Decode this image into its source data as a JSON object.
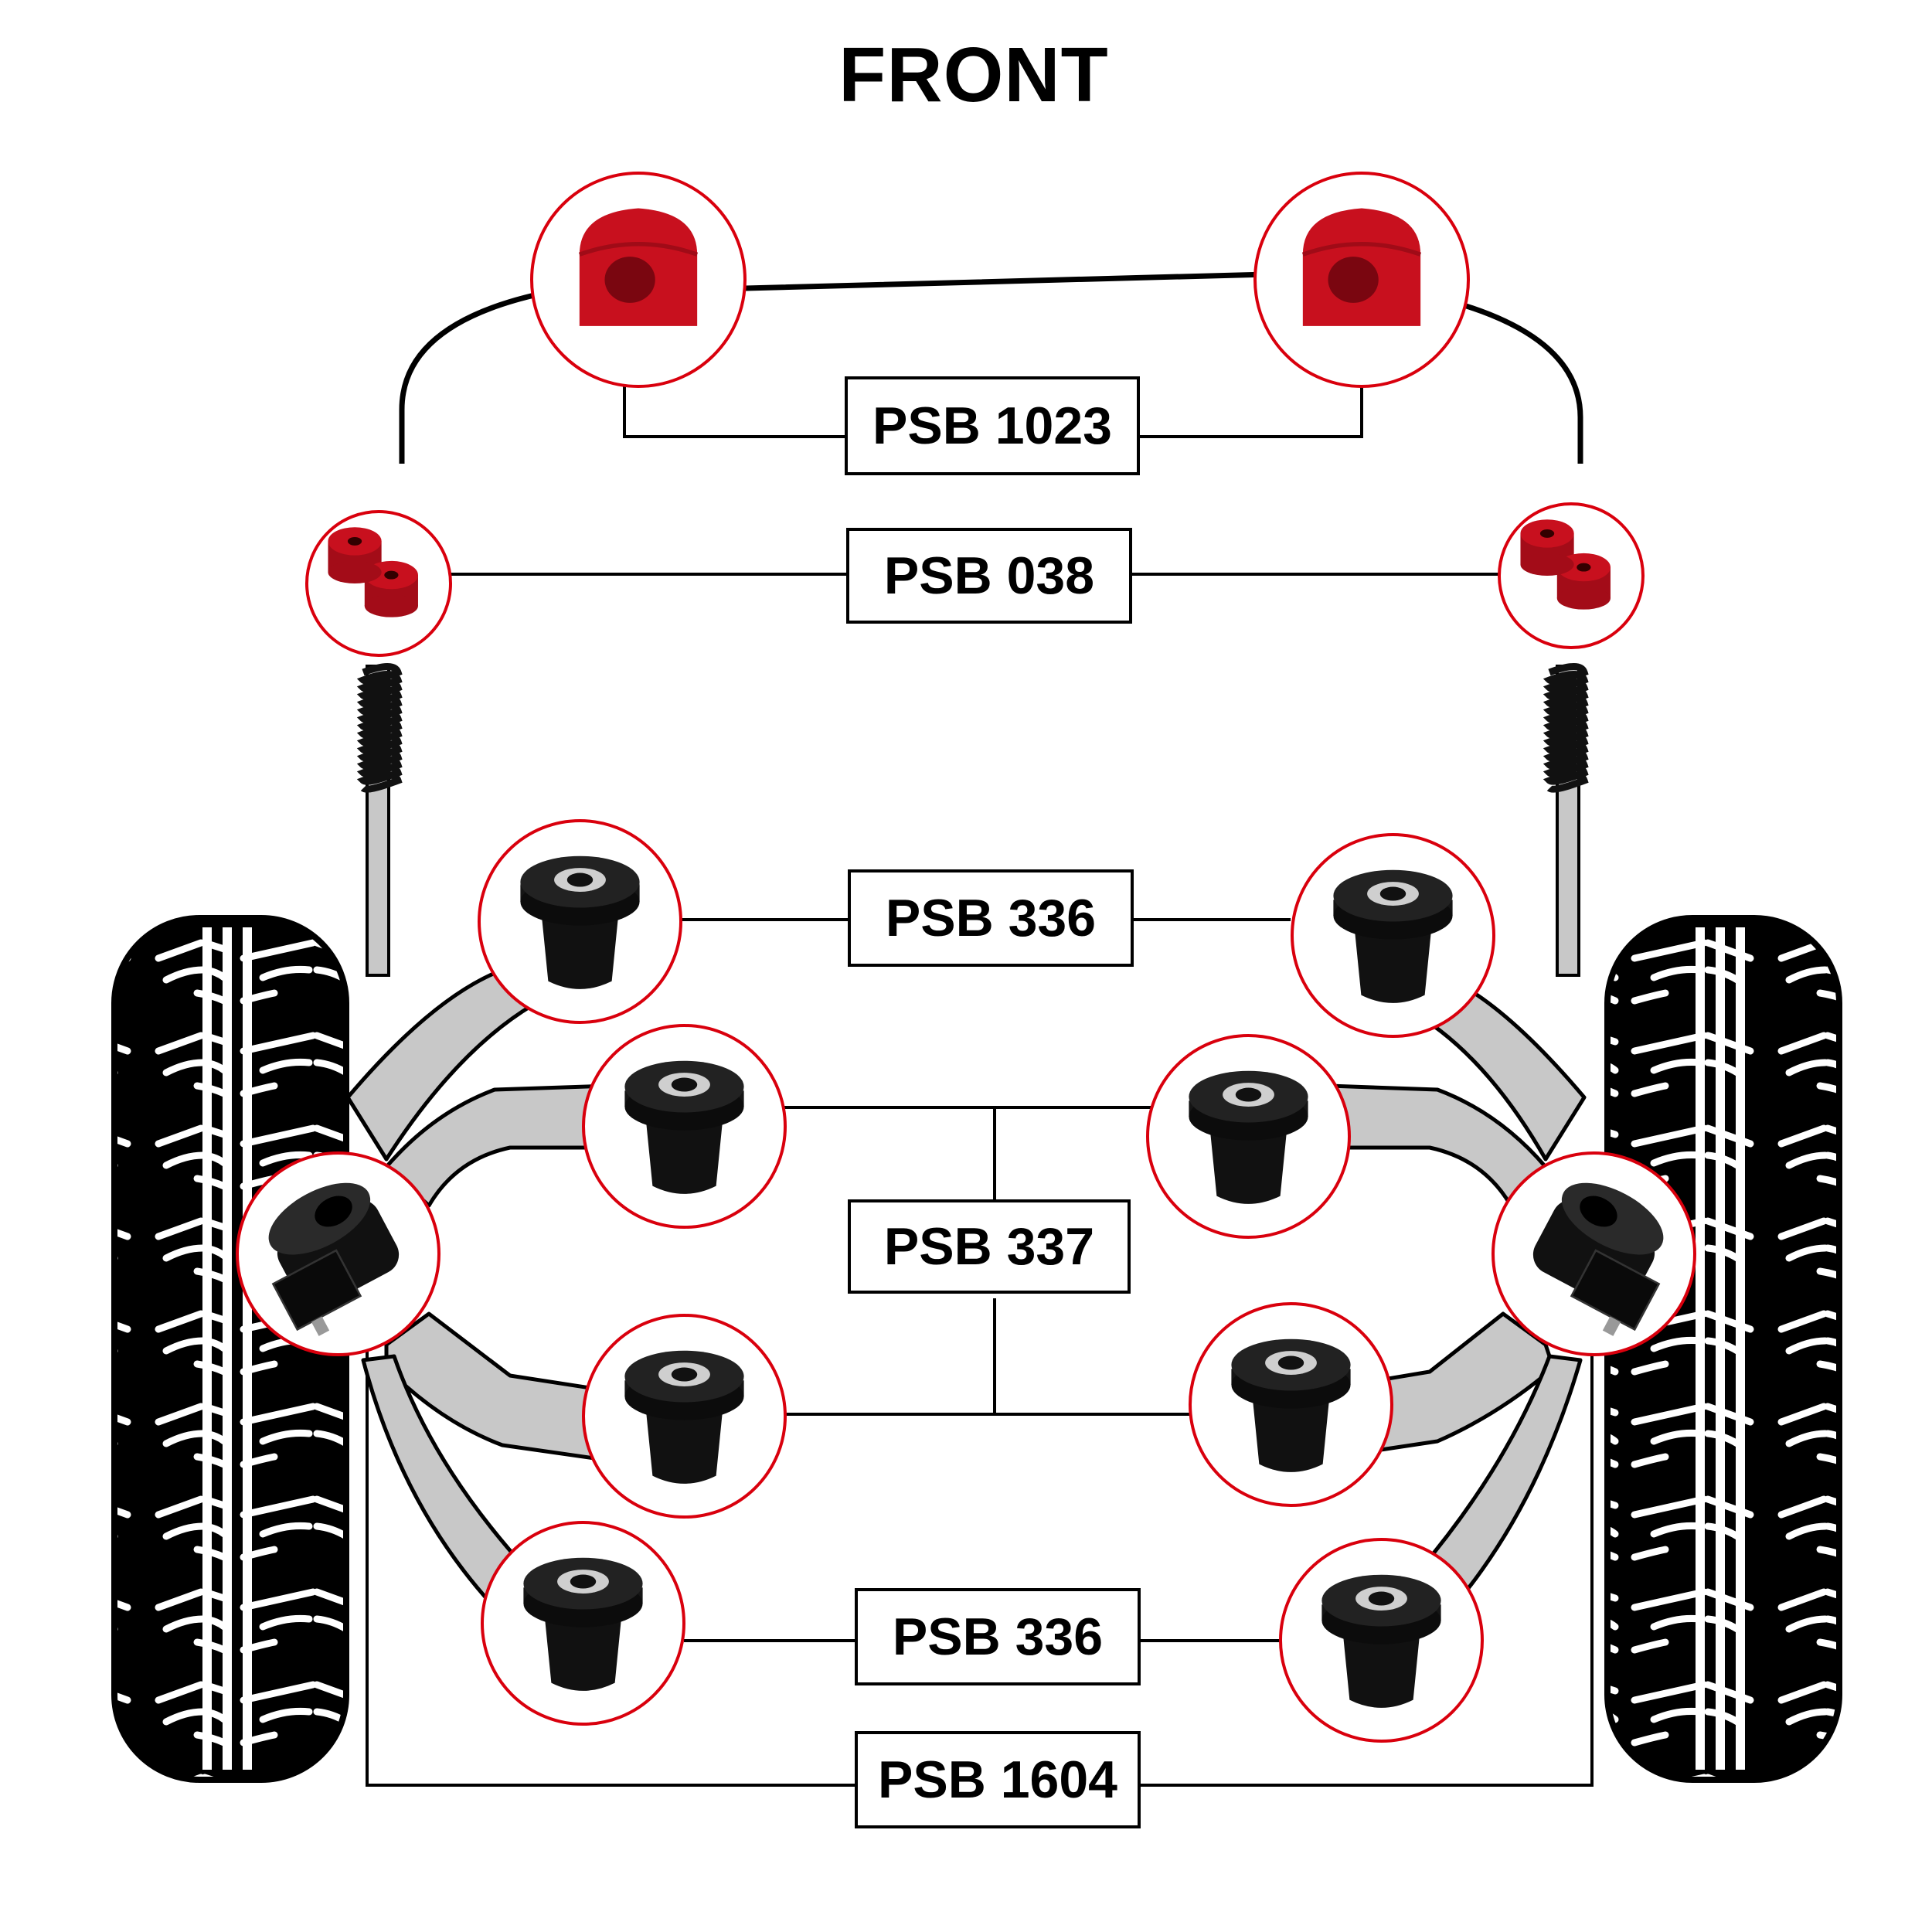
{
  "title": "FRONT",
  "colors": {
    "callout_border": "#d9000d",
    "arm_fill": "#c8c8c8",
    "line": "#000000",
    "red_bushing": "#c8101e",
    "black_bushing": "#111111",
    "sleeve": "#c9c9c9"
  },
  "labels": {
    "psb_1023": "PSB 1023",
    "psb_038": "PSB 038",
    "psb_336_front": "PSB 336",
    "psb_337": "PSB 337",
    "psb_336_rear": "PSB 336",
    "psb_1604": "PSB 1604"
  },
  "parts": [
    {
      "id": "anti-roll-bar-bush",
      "label": "PSB 1023",
      "count": 2,
      "color": "red",
      "icon": "anti-roll-bar-bush-icon"
    },
    {
      "id": "shock-top-bush",
      "label": "PSB 038",
      "count": 2,
      "color": "red",
      "icon": "shock-mount-bush-pair-icon"
    },
    {
      "id": "wishbone-bush-front",
      "label": "PSB 336",
      "count": 2,
      "color": "black",
      "icon": "flanged-bush-icon"
    },
    {
      "id": "wishbone-bush-inner",
      "label": "PSB 337",
      "count": 4,
      "color": "black",
      "icon": "flanged-bush-icon"
    },
    {
      "id": "wishbone-bush-rear",
      "label": "PSB 336",
      "count": 2,
      "color": "black",
      "icon": "flanged-bush-icon"
    },
    {
      "id": "hub-mount-bush",
      "label": "PSB 1604",
      "count": 2,
      "color": "black",
      "icon": "hub-mount-bush-icon"
    }
  ]
}
